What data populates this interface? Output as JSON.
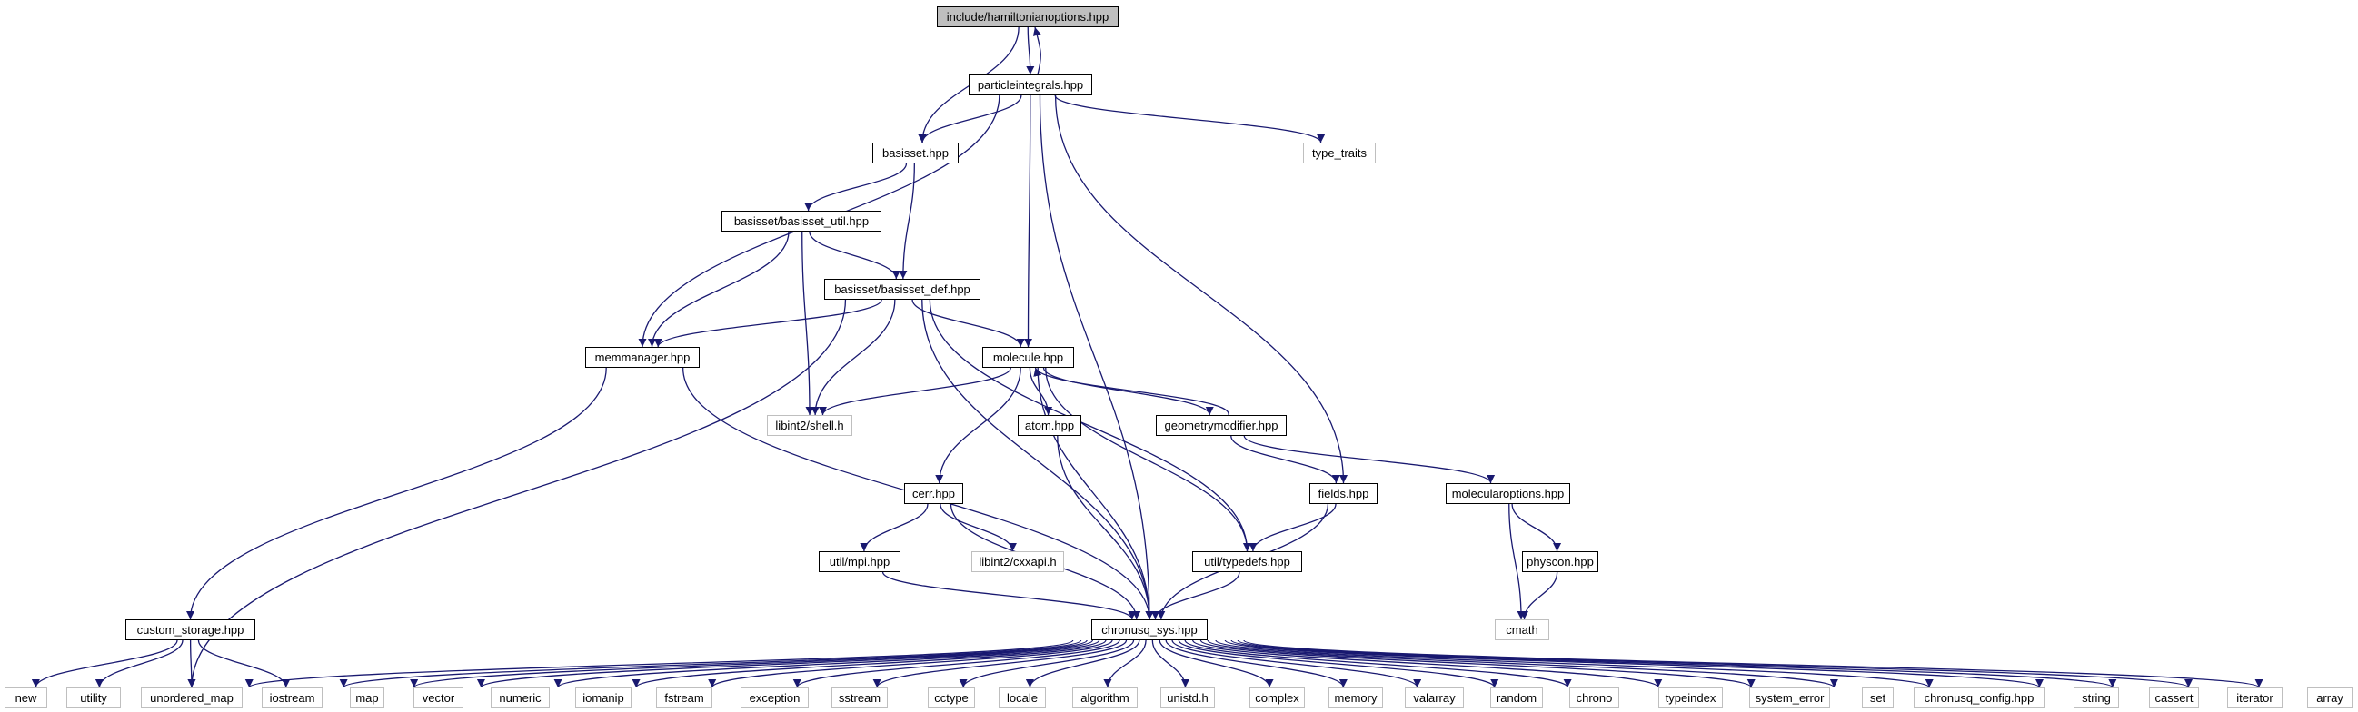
{
  "colors": {
    "edge": "#191970",
    "node_border": "#000000",
    "system_border": "#bfbfbf",
    "root_fill": "#bfbfbf"
  },
  "nodes": [
    {
      "id": "root",
      "label": "include/hamiltonianoptions.hpp",
      "kind": "root"
    },
    {
      "id": "particle",
      "label": "particleintegrals.hpp",
      "kind": "file"
    },
    {
      "id": "basisset",
      "label": "basisset.hpp",
      "kind": "file"
    },
    {
      "id": "type_traits",
      "label": "type_traits",
      "kind": "system"
    },
    {
      "id": "bsutil",
      "label": "basisset/basisset_util.hpp",
      "kind": "file"
    },
    {
      "id": "bsdef",
      "label": "basisset/basisset_def.hpp",
      "kind": "file"
    },
    {
      "id": "memmanager",
      "label": "memmanager.hpp",
      "kind": "file"
    },
    {
      "id": "molecule",
      "label": "molecule.hpp",
      "kind": "file"
    },
    {
      "id": "shell",
      "label": "libint2/shell.h",
      "kind": "system"
    },
    {
      "id": "atom",
      "label": "atom.hpp",
      "kind": "file"
    },
    {
      "id": "geommod",
      "label": "geometrymodifier.hpp",
      "kind": "file"
    },
    {
      "id": "cerr",
      "label": "cerr.hpp",
      "kind": "file"
    },
    {
      "id": "fields",
      "label": "fields.hpp",
      "kind": "file"
    },
    {
      "id": "molopts",
      "label": "molecularoptions.hpp",
      "kind": "file"
    },
    {
      "id": "mpi",
      "label": "util/mpi.hpp",
      "kind": "file"
    },
    {
      "id": "cxxapi",
      "label": "libint2/cxxapi.h",
      "kind": "system"
    },
    {
      "id": "typedefs",
      "label": "util/typedefs.hpp",
      "kind": "file"
    },
    {
      "id": "physcon",
      "label": "physcon.hpp",
      "kind": "file"
    },
    {
      "id": "custom",
      "label": "custom_storage.hpp",
      "kind": "file"
    },
    {
      "id": "sys",
      "label": "chronusq_sys.hpp",
      "kind": "file"
    },
    {
      "id": "cmath",
      "label": "cmath",
      "kind": "system"
    },
    {
      "id": "new",
      "label": "new",
      "kind": "system"
    },
    {
      "id": "utility",
      "label": "utility",
      "kind": "system"
    },
    {
      "id": "unordered_map",
      "label": "unordered_map",
      "kind": "system"
    },
    {
      "id": "iostream",
      "label": "iostream",
      "kind": "system"
    },
    {
      "id": "map",
      "label": "map",
      "kind": "system"
    },
    {
      "id": "vector",
      "label": "vector",
      "kind": "system"
    },
    {
      "id": "numeric",
      "label": "numeric",
      "kind": "system"
    },
    {
      "id": "iomanip",
      "label": "iomanip",
      "kind": "system"
    },
    {
      "id": "fstream",
      "label": "fstream",
      "kind": "system"
    },
    {
      "id": "exception",
      "label": "exception",
      "kind": "system"
    },
    {
      "id": "sstream",
      "label": "sstream",
      "kind": "system"
    },
    {
      "id": "cctype",
      "label": "cctype",
      "kind": "system"
    },
    {
      "id": "locale",
      "label": "locale",
      "kind": "system"
    },
    {
      "id": "algorithm",
      "label": "algorithm",
      "kind": "system"
    },
    {
      "id": "unistd",
      "label": "unistd.h",
      "kind": "system"
    },
    {
      "id": "complex",
      "label": "complex",
      "kind": "system"
    },
    {
      "id": "memory",
      "label": "memory",
      "kind": "system"
    },
    {
      "id": "valarray",
      "label": "valarray",
      "kind": "system"
    },
    {
      "id": "random",
      "label": "random",
      "kind": "system"
    },
    {
      "id": "chrono",
      "label": "chrono",
      "kind": "system"
    },
    {
      "id": "typeindex",
      "label": "typeindex",
      "kind": "system"
    },
    {
      "id": "system_error",
      "label": "system_error",
      "kind": "system"
    },
    {
      "id": "set",
      "label": "set",
      "kind": "system"
    },
    {
      "id": "config",
      "label": "chronusq_config.hpp",
      "kind": "system"
    },
    {
      "id": "string",
      "label": "string",
      "kind": "system"
    },
    {
      "id": "cassert",
      "label": "cassert",
      "kind": "system"
    },
    {
      "id": "iterator",
      "label": "iterator",
      "kind": "system"
    },
    {
      "id": "array",
      "label": "array",
      "kind": "system"
    }
  ],
  "edges": [
    [
      "root",
      "particle"
    ],
    [
      "root",
      "basisset"
    ],
    [
      "particle",
      "root"
    ],
    [
      "particle",
      "basisset"
    ],
    [
      "particle",
      "type_traits"
    ],
    [
      "particle",
      "memmanager"
    ],
    [
      "particle",
      "molecule"
    ],
    [
      "particle",
      "fields"
    ],
    [
      "particle",
      "sys"
    ],
    [
      "basisset",
      "bsutil"
    ],
    [
      "basisset",
      "bsdef"
    ],
    [
      "bsutil",
      "bsdef"
    ],
    [
      "bsutil",
      "memmanager"
    ],
    [
      "bsutil",
      "shell"
    ],
    [
      "bsdef",
      "memmanager"
    ],
    [
      "bsdef",
      "molecule"
    ],
    [
      "bsdef",
      "shell"
    ],
    [
      "bsdef",
      "typedefs"
    ],
    [
      "bsdef",
      "unordered_map"
    ],
    [
      "bsdef",
      "sys"
    ],
    [
      "memmanager",
      "custom"
    ],
    [
      "memmanager",
      "sys"
    ],
    [
      "molecule",
      "shell"
    ],
    [
      "molecule",
      "atom"
    ],
    [
      "molecule",
      "geommod"
    ],
    [
      "molecule",
      "cerr"
    ],
    [
      "molecule",
      "typedefs"
    ],
    [
      "molecule",
      "sys"
    ],
    [
      "geommod",
      "molecule"
    ],
    [
      "geommod",
      "fields"
    ],
    [
      "geommod",
      "molopts"
    ],
    [
      "atom",
      "sys"
    ],
    [
      "cerr",
      "mpi"
    ],
    [
      "cerr",
      "cxxapi"
    ],
    [
      "cerr",
      "sys"
    ],
    [
      "mpi",
      "sys"
    ],
    [
      "fields",
      "typedefs"
    ],
    [
      "fields",
      "sys"
    ],
    [
      "typedefs",
      "sys"
    ],
    [
      "molopts",
      "physcon"
    ],
    [
      "molopts",
      "cmath"
    ],
    [
      "physcon",
      "cmath"
    ],
    [
      "custom",
      "new"
    ],
    [
      "custom",
      "utility"
    ],
    [
      "custom",
      "unordered_map"
    ],
    [
      "custom",
      "iostream"
    ],
    [
      "sys",
      "unordered_map"
    ],
    [
      "sys",
      "iostream"
    ],
    [
      "sys",
      "map"
    ],
    [
      "sys",
      "vector"
    ],
    [
      "sys",
      "numeric"
    ],
    [
      "sys",
      "iomanip"
    ],
    [
      "sys",
      "fstream"
    ],
    [
      "sys",
      "exception"
    ],
    [
      "sys",
      "sstream"
    ],
    [
      "sys",
      "cctype"
    ],
    [
      "sys",
      "locale"
    ],
    [
      "sys",
      "algorithm"
    ],
    [
      "sys",
      "unistd"
    ],
    [
      "sys",
      "complex"
    ],
    [
      "sys",
      "memory"
    ],
    [
      "sys",
      "valarray"
    ],
    [
      "sys",
      "random"
    ],
    [
      "sys",
      "chrono"
    ],
    [
      "sys",
      "typeindex"
    ],
    [
      "sys",
      "system_error"
    ],
    [
      "sys",
      "set"
    ],
    [
      "sys",
      "config"
    ],
    [
      "sys",
      "string"
    ],
    [
      "sys",
      "cassert"
    ],
    [
      "sys",
      "iterator"
    ],
    [
      "sys",
      "array"
    ]
  ]
}
